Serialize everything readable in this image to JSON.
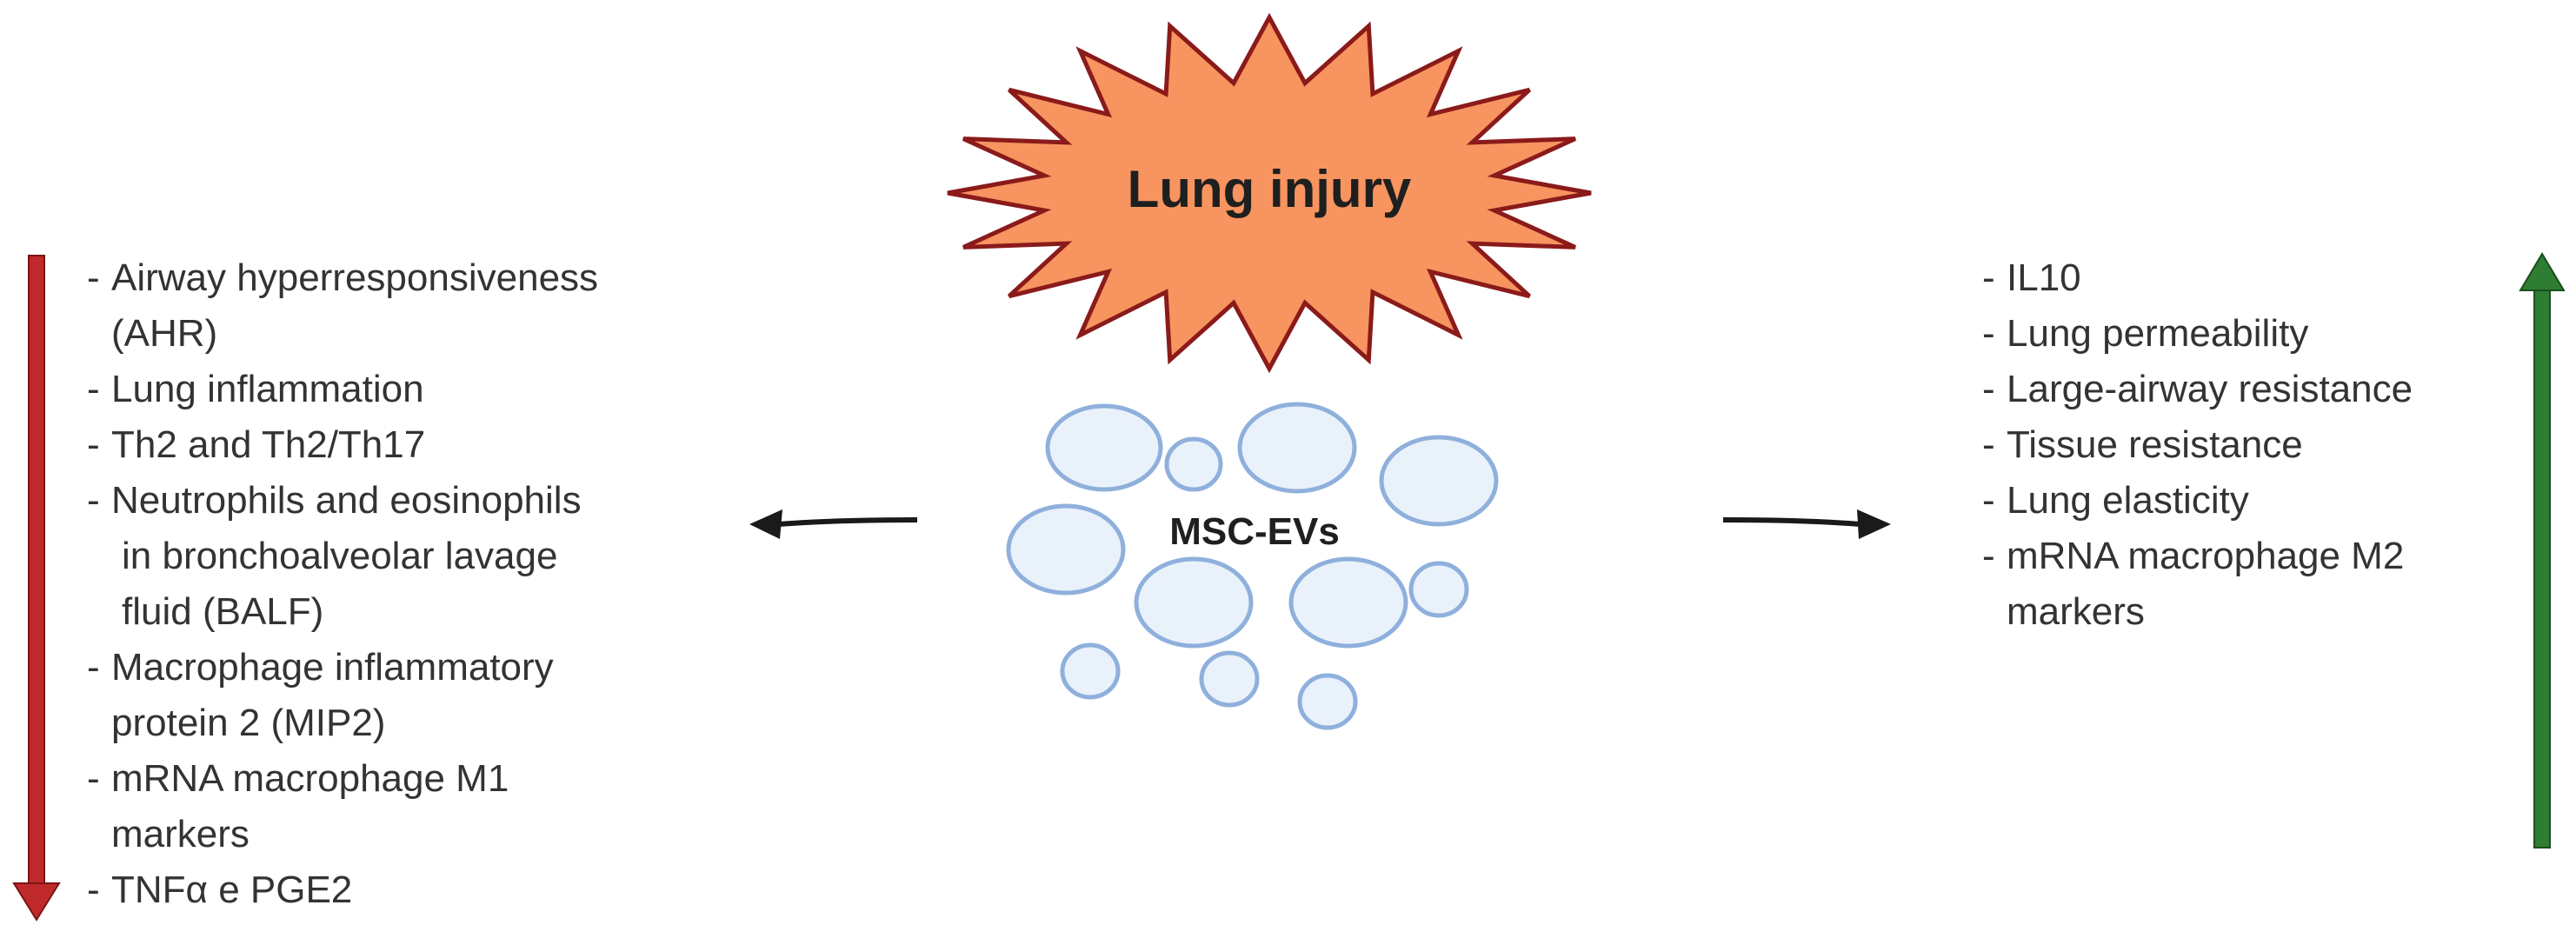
{
  "title": "Lung injury",
  "center_label": "MSC-EVs",
  "colors": {
    "burst_fill": "#f7945f",
    "burst_stroke": "#8b1a1a",
    "vesicle_fill": "#e9f1fb",
    "vesicle_stroke": "#8fb0dc",
    "down_arrow": "#c0292b",
    "up_arrow": "#2e7d32",
    "arrow_black": "#1a1a1a",
    "text": "#333333"
  },
  "icons": {
    "decrease": "down-arrow-icon",
    "increase": "up-arrow-icon"
  },
  "decreased": [
    {
      "dash": "-",
      "lines": [
        "Airway hyperresponsiveness",
        "(AHR)"
      ]
    },
    {
      "dash": "-",
      "lines": [
        "Lung inflammation"
      ]
    },
    {
      "dash": "-",
      "lines": [
        "Th2 and Th2/Th17"
      ]
    },
    {
      "dash": "-",
      "lines": [
        "Neutrophils and eosinophils",
        "in bronchoalveolar lavage",
        "fluid (BALF)"
      ]
    },
    {
      "dash": "-",
      "lines": [
        "Macrophage inflammatory",
        "protein 2 (MIP2)"
      ]
    },
    {
      "dash": "-",
      "lines": [
        "mRNA macrophage M1",
        "markers"
      ]
    },
    {
      "dash": "-",
      "lines": [
        "TNFα e PGE2"
      ]
    }
  ],
  "increased": [
    {
      "dash": "-",
      "lines": [
        "IL10"
      ]
    },
    {
      "dash": "-",
      "lines": [
        "Lung permeability"
      ]
    },
    {
      "dash": "-",
      "lines": [
        "Large-airway resistance"
      ]
    },
    {
      "dash": "-",
      "lines": [
        "Tissue resistance"
      ]
    },
    {
      "dash": "-",
      "lines": [
        "Lung elasticity"
      ]
    },
    {
      "dash": "-",
      "lines": [
        "mRNA macrophage M2",
        "markers"
      ]
    }
  ]
}
